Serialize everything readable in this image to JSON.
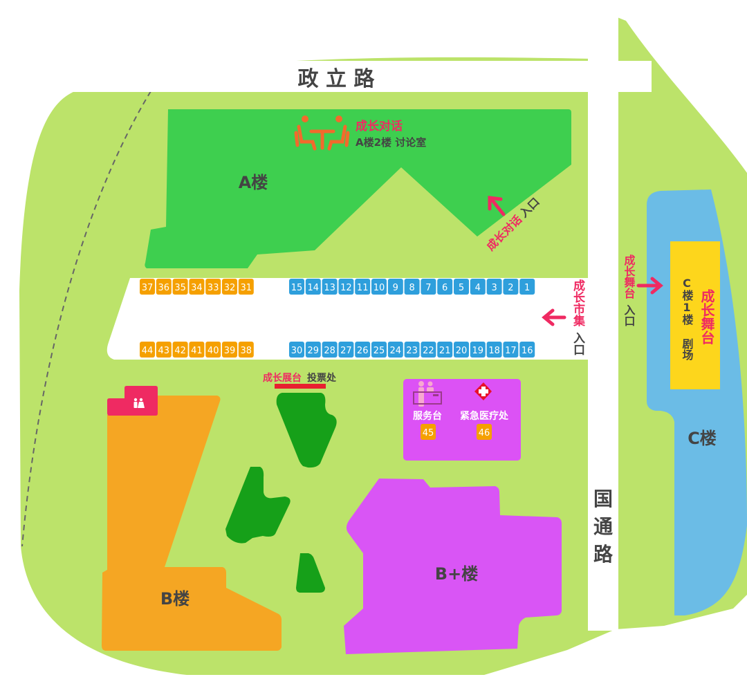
{
  "roads": {
    "top": "政 立 路",
    "right": [
      "国",
      "通",
      "路"
    ]
  },
  "buildings": {
    "a": "A楼",
    "b": "B楼",
    "bplus": "B+楼",
    "c": "C楼"
  },
  "dialogue": {
    "title": "成长对话",
    "location": "A楼2楼 讨论室",
    "entrance_name": "成长对话",
    "entrance_suffix": "入口"
  },
  "market": {
    "name": "成长市集",
    "suffix": "入口"
  },
  "stage": {
    "entrance_name": "成长舞台",
    "entrance_suffix": "入口",
    "title": "成长舞台",
    "location": "C楼1楼 剧场"
  },
  "exhibit": {
    "name": "成长展台",
    "suffix": "投票处"
  },
  "info": {
    "service": "服务台",
    "service_no": "45",
    "medical": "紧急医疗处",
    "medical_no": "46"
  },
  "stalls": {
    "top_left": [
      "37",
      "36",
      "35",
      "34",
      "33",
      "32",
      "31"
    ],
    "top_right": [
      "15",
      "14",
      "13",
      "12",
      "11",
      "10",
      "9",
      "8",
      "7",
      "6",
      "5",
      "4",
      "3",
      "2",
      "1"
    ],
    "bottom_left": [
      "44",
      "43",
      "42",
      "41",
      "40",
      "39",
      "38"
    ],
    "bottom_right": [
      "30",
      "29",
      "28",
      "27",
      "26",
      "25",
      "24",
      "23",
      "22",
      "21",
      "20",
      "19",
      "18",
      "17",
      "16"
    ]
  },
  "colors": {
    "grass": "#bce36a",
    "a": "#3ecf4f",
    "b": "#f5a623",
    "bplus": "#d955f5",
    "c": "#6bbce6",
    "stage": "#fdd61c",
    "trees": "#16a019",
    "accent": "#ef2a62",
    "stall_blue": "#2e9fdc",
    "stall_orange": "#f5a000"
  }
}
